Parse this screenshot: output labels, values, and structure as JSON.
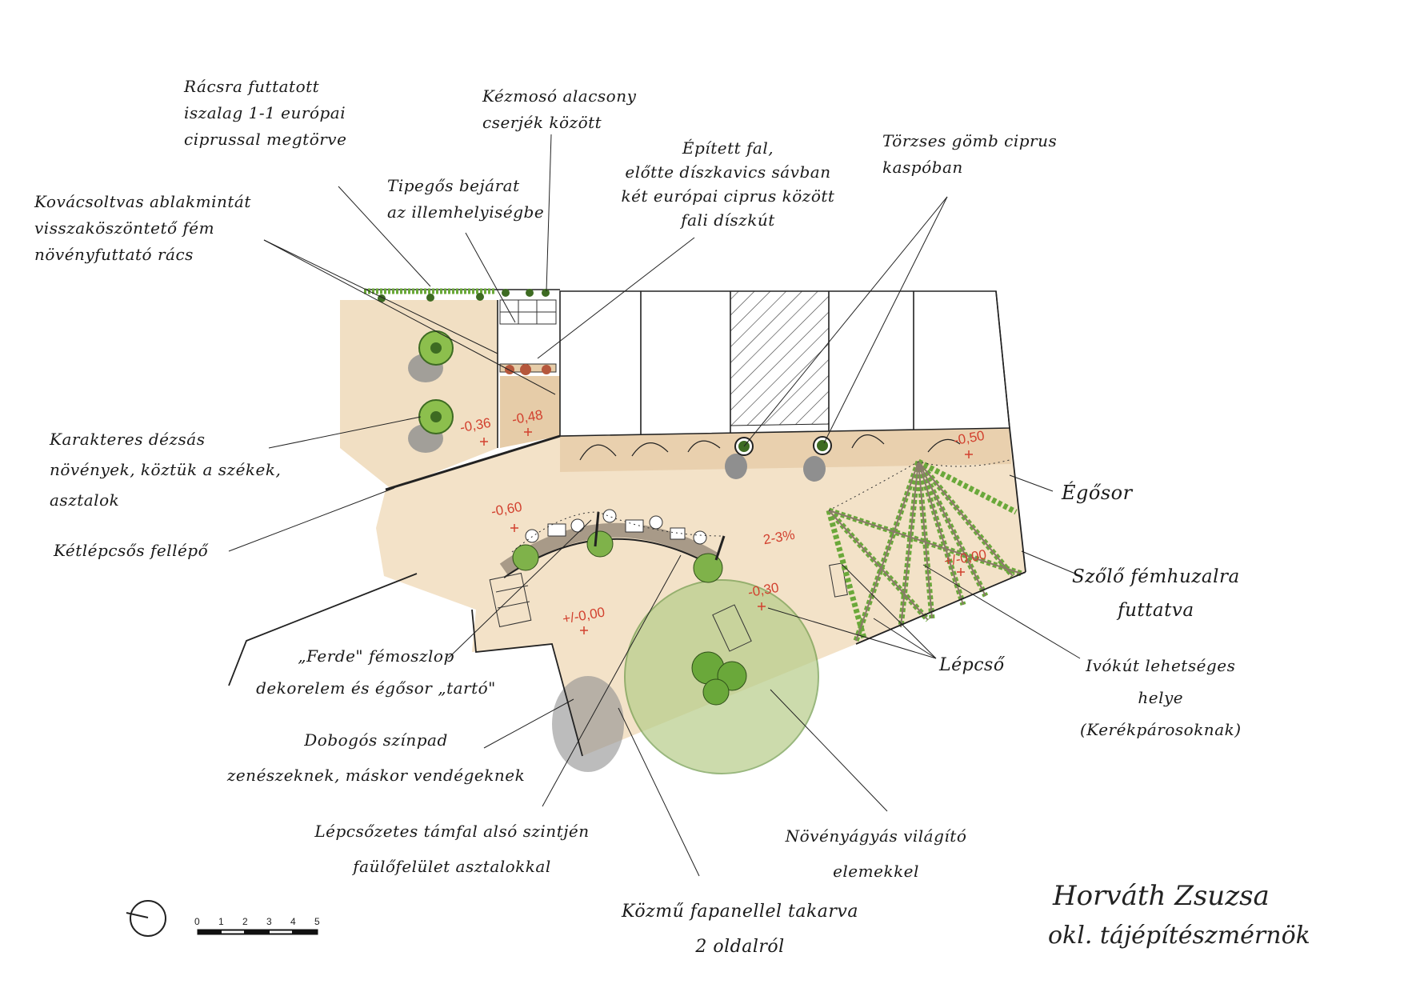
{
  "annotations": {
    "trellis_clematis": "Rácsra futtatott\niszalag 1-1 európai\nciprussal megtörve",
    "handwash_shrubs": "Kézmosó alacsony\ncserjék között",
    "wrought_iron_trellis": "Kovácsoltvas ablakmintát\nvisszaköszöntető fém\nnövényfuttató rács",
    "stepping_entrance": "Tipegős bejárat\naz illemhelyiségbe",
    "built_wall": "Épített fal,\nelőtte díszkavics sávban\nkét európai ciprus között\nfali díszkút",
    "standard_cypress": "Törzses gömb ciprus\nkaspóban",
    "potted_plants": "Karakteres dézsás\nnövények, köztük a székek,\nasztalok",
    "two_step_platform": "Kétlépcsős fellépő",
    "light_string": "Égősor",
    "grape_wire": "Szőlő fémhuzalra\nfuttatva",
    "drinking_fountain": "Ivókút lehetséges\nhelye\n(Kerékpárosoknak)",
    "stairs": "Lépcső",
    "slanted_pole": "„Ferde\" fémoszlop\ndekorelem és égősor „tartó\"",
    "stage": "Dobogós színpad\nzenészeknek, máskor vendégeknek",
    "terraced_wall": "Lépcsőzetes támfal alsó szintjén\nfaülőfelület asztalokkal",
    "lit_planter": "Növényágyás világító\nelemekkel",
    "utility_cover": "Közmű fapanellel takarva\n2 oldalról"
  },
  "elevations": {
    "e1": "-0,36",
    "e2": "-0,48",
    "e3": "-0,60",
    "e4": "+/-0,00",
    "e5": "-0,30",
    "e6": "-0,50",
    "e7": "+/-0,00",
    "slope": "2-3%"
  },
  "scale_bar": {
    "labels": [
      "0",
      "1",
      "2",
      "3",
      "4",
      "5"
    ]
  },
  "signature": {
    "name": "Horváth Zsuzsa",
    "title": "okl. tájépítészmérnök"
  },
  "colors": {
    "paving": "#f1dfc3",
    "paving_dark": "#e2c9a4",
    "plant_green": "#6aa83a",
    "dark_green": "#3d6b22",
    "lawn_circle": "#b7cd8a",
    "shadow": "#8f8f8f",
    "elevation_red": "#d2412f",
    "vine_brown": "#8a7a6a"
  }
}
